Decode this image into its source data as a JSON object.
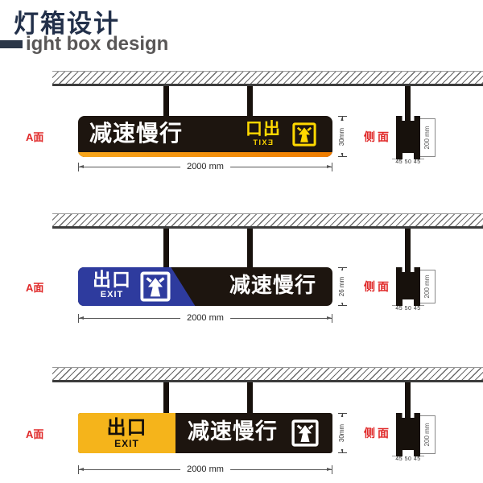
{
  "header": {
    "title_zh": "灯箱设计",
    "title_en": "ight box design"
  },
  "labels": {
    "front": "A面",
    "side": "侧面"
  },
  "dimensions": {
    "width": "2000 mm",
    "side_height": "200 mm",
    "side_bottom": "45 50 45"
  },
  "rows": [
    {
      "variant": "mirrored-exit-right",
      "slow_label": "减速慢行",
      "exit_label": "出口",
      "exit_en": "EXIT",
      "exit_mirrored": true,
      "height_label": "30mm"
    },
    {
      "variant": "blue-exit-left",
      "slow_label": "减速慢行",
      "exit_label": "出口",
      "exit_en": "EXIT",
      "exit_mirrored": false,
      "height_label": "26 mm"
    },
    {
      "variant": "yellow-exit-left",
      "slow_label": "减速慢行",
      "exit_label": "出口",
      "exit_en": "EXIT",
      "exit_mirrored": false,
      "height_label": "30mm"
    }
  ],
  "colors": {
    "sign_dark": "#1d150f",
    "accent_orange": "#f08300",
    "accent_yellow_text": "#ffd800",
    "exit_blue": "#2e3b9e",
    "exit_yellow": "#f5b41b",
    "label_red": "#e02a2a",
    "title_navy": "#22304a"
  }
}
